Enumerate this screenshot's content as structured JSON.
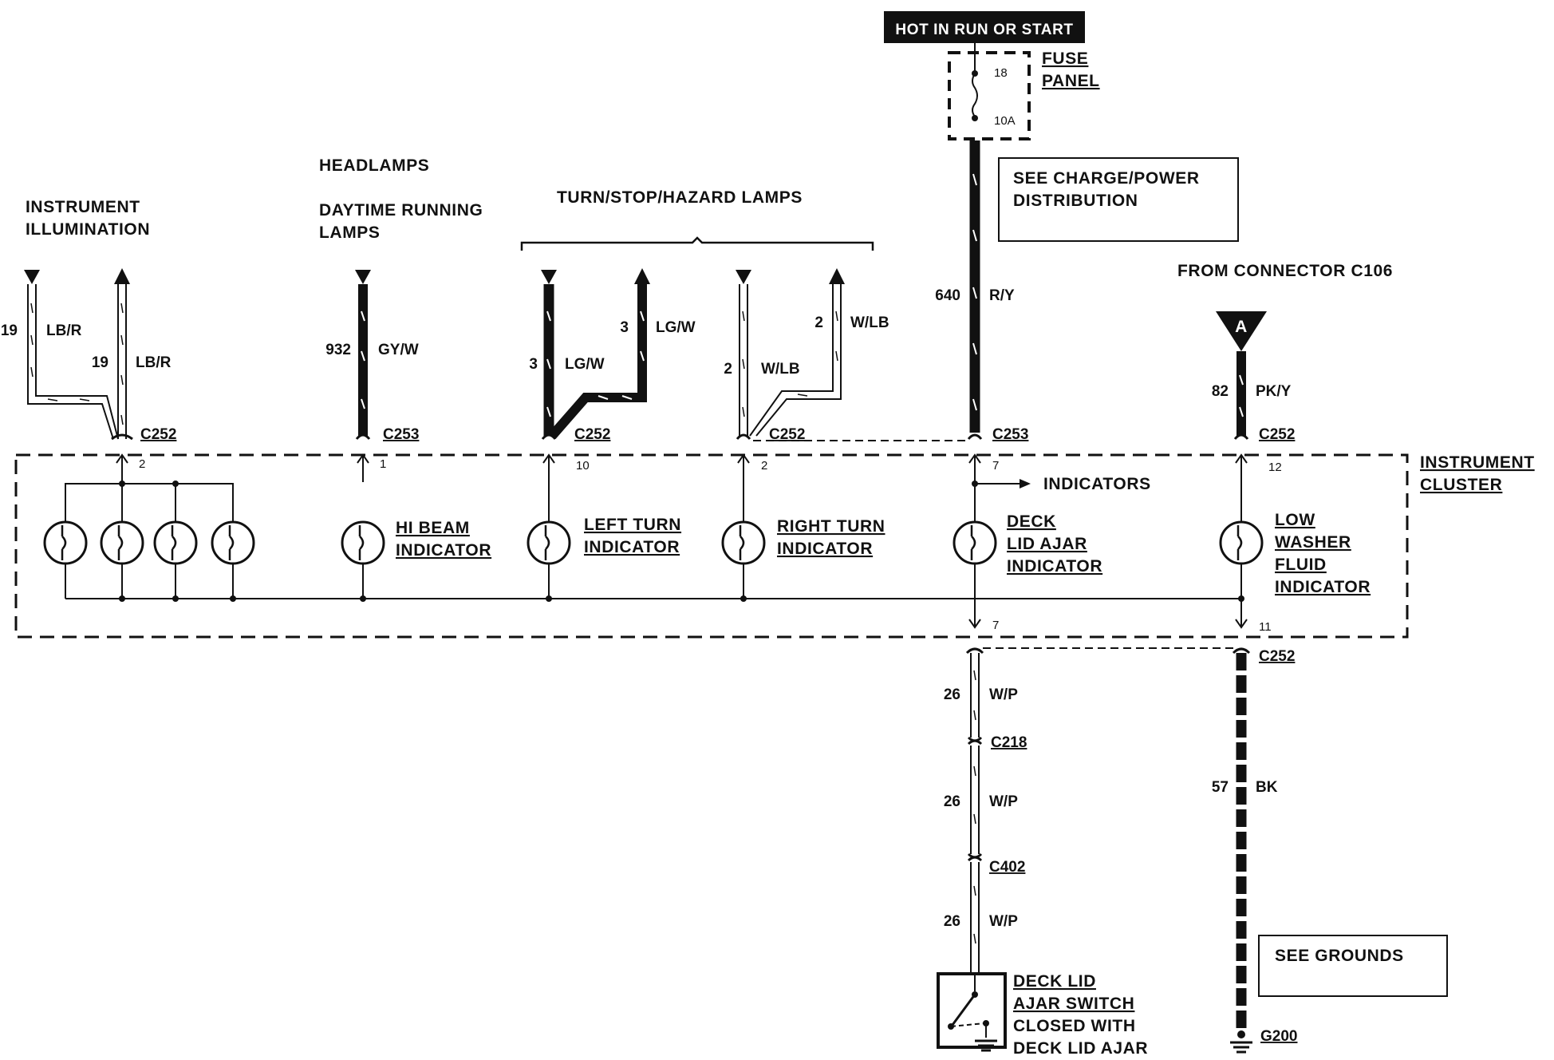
{
  "power_source": {
    "banner": "HOT IN RUN OR START",
    "fuse_panel_label": [
      "FUSE",
      "PANEL"
    ],
    "fuse_number": "18",
    "fuse_rating": "10A"
  },
  "reference_boxes": {
    "charge_power": [
      "SEE CHARGE/POWER",
      "DISTRIBUTION"
    ],
    "grounds": "SEE GROUNDS"
  },
  "headings": {
    "instrument_illumination": [
      "INSTRUMENT",
      "ILLUMINATION"
    ],
    "headlamps": "HEADLAMPS",
    "daytime_running": [
      "DAYTIME RUNNING",
      "LAMPS"
    ],
    "turn_stop_hazard": "TURN/STOP/HAZARD LAMPS",
    "from_connector": "FROM CONNECTOR C106",
    "connector_symbol": "A"
  },
  "circuits": {
    "illum_left": {
      "num": "19",
      "color": "LB/R"
    },
    "illum_right": {
      "num": "19",
      "color": "LB/R"
    },
    "hibeam": {
      "num": "932",
      "color": "GY/W"
    },
    "lt_in": {
      "num": "3",
      "color": "LG/W"
    },
    "lt_out": {
      "num": "3",
      "color": "LG/W"
    },
    "rt_in": {
      "num": "2",
      "color": "W/LB"
    },
    "rt_out": {
      "num": "2",
      "color": "W/LB"
    },
    "power": {
      "num": "640",
      "color": "R/Y"
    },
    "washer": {
      "num": "82",
      "color": "PK/Y"
    },
    "deck_1": {
      "num": "26",
      "color": "W/P"
    },
    "deck_2": {
      "num": "26",
      "color": "W/P"
    },
    "deck_3": {
      "num": "26",
      "color": "W/P"
    },
    "ground": {
      "num": "57",
      "color": "BK"
    }
  },
  "connectors": {
    "illum": {
      "name": "C252",
      "pin": "2"
    },
    "hibeam": {
      "name": "C253",
      "pin": "1"
    },
    "left_turn": {
      "name": "C252",
      "pin": "10"
    },
    "right_turn": {
      "name": "C252",
      "pin": "2"
    },
    "power": {
      "name": "C253",
      "pin": "7"
    },
    "washer": {
      "name": "C252",
      "pin": "12"
    },
    "deck_out": {
      "pin": "7"
    },
    "ground_out": {
      "name": "C252",
      "pin": "11"
    },
    "c218": "C218",
    "c402": "C402",
    "g200": "G200"
  },
  "cluster": {
    "label": [
      "INSTRUMENT",
      "CLUSTER"
    ],
    "indicators_arrow": "INDICATORS",
    "hibeam": [
      "HI BEAM",
      "INDICATOR"
    ],
    "left_turn": [
      "LEFT TURN",
      "INDICATOR"
    ],
    "right_turn": [
      "RIGHT TURN",
      "INDICATOR"
    ],
    "deck_lid": [
      "DECK",
      "LID AJAR",
      "INDICATOR"
    ],
    "washer": [
      "LOW",
      "WASHER",
      "FLUID",
      "INDICATOR"
    ]
  },
  "switch": {
    "label": [
      "DECK LID",
      "AJAR SWITCH",
      "CLOSED WITH",
      "DECK LID AJAR"
    ]
  }
}
